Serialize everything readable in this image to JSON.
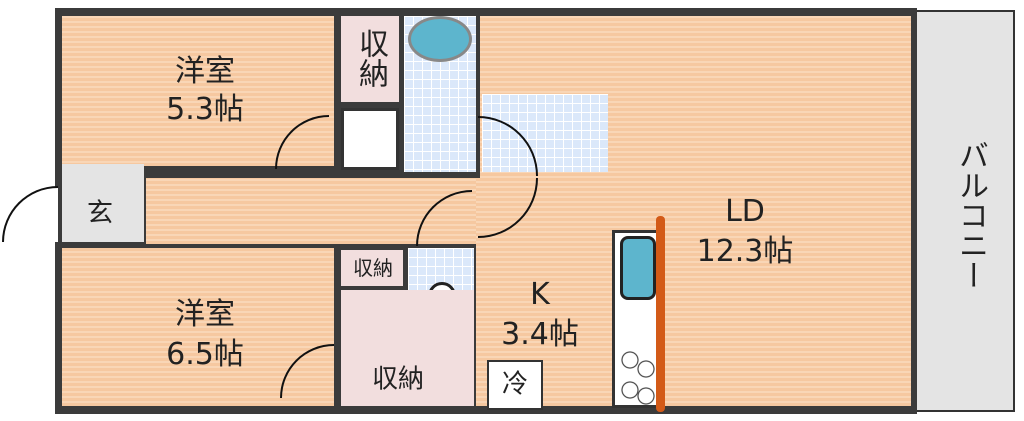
{
  "rooms": {
    "western1": {
      "name": "洋室",
      "size": "5.3帖"
    },
    "western2": {
      "name": "洋室",
      "size": "6.5帖"
    },
    "storage_top": "収納",
    "storage_small": "収納",
    "storage_big": "収納",
    "entrance": "玄",
    "ld": {
      "name": "LD",
      "size": "12.3帖"
    },
    "k": {
      "name": "K",
      "size": "3.4帖"
    },
    "fridge": "冷",
    "balcony": "バルコニー"
  },
  "colors": {
    "floor": "#f6c8a0",
    "tile": "#dbe8fa",
    "storage": "#f2dede",
    "fixture": "#5db5cd",
    "wall": "#3b3b3b"
  }
}
